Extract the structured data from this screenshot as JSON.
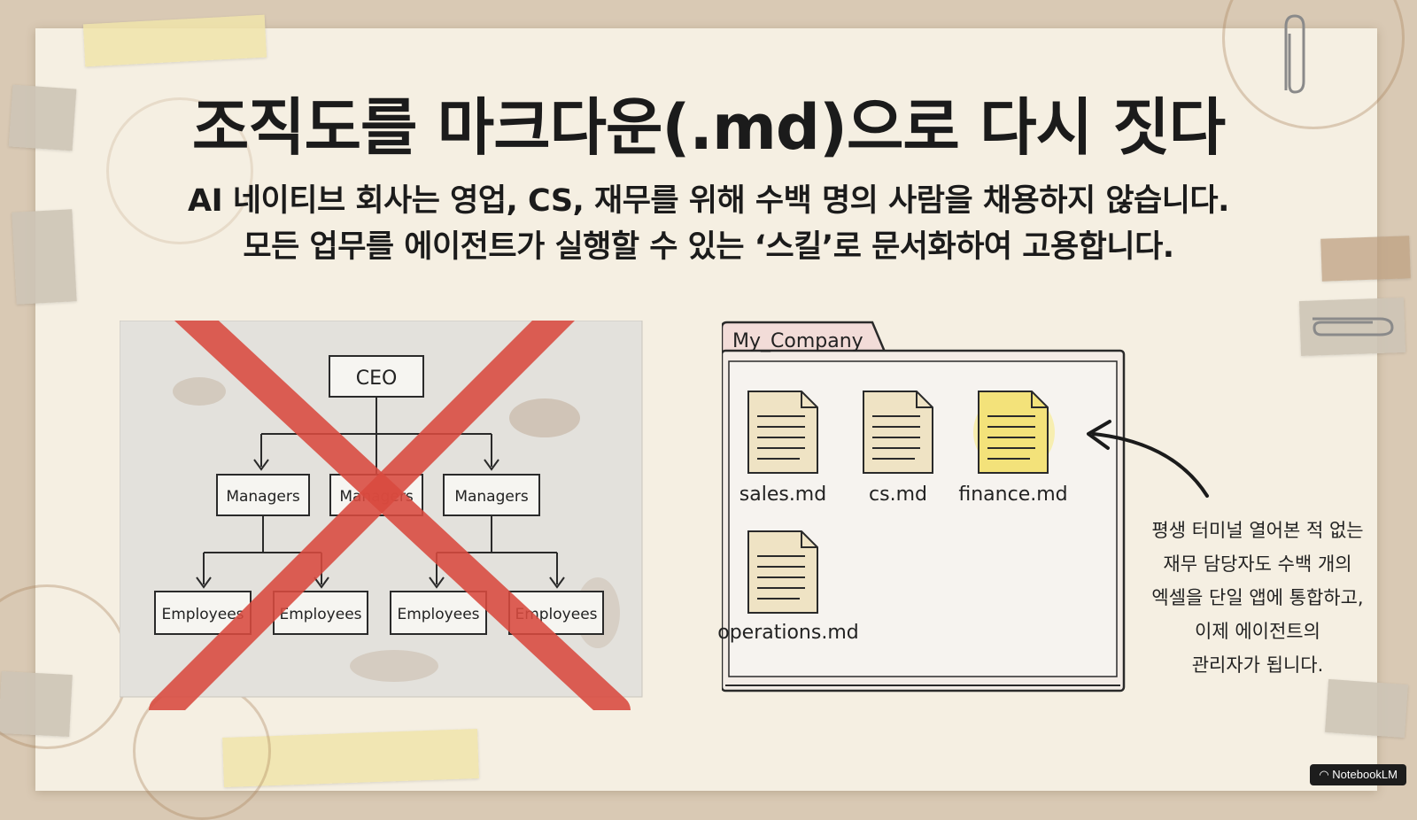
{
  "title": "조직도를 마크다운(.md)으로 다시 짓다",
  "subtitle_line1": "AI 네이티브 회사는 영업, CS, 재무를 위해 수백 명의 사람을 채용하지 않습니다.",
  "subtitle_line2": "모든 업무를 에이전트가 실행할 수 있는 ‘스킬’로 문서화하여 고용합니다.",
  "org_chart": {
    "ceo": "CEO",
    "managers": [
      "Managers",
      "Managers",
      "Managers"
    ],
    "employees": [
      "Employees",
      "Employees",
      "Employees",
      "Employees"
    ]
  },
  "folder": {
    "name": "My_Company",
    "files": [
      "sales.md",
      "cs.md",
      "finance.md",
      "operations.md"
    ]
  },
  "note_lines": [
    "평생 터미널 열어본 적 없는",
    "재무 담당자도 수백 개의",
    "엑셀을 단일 앱에 통합하고,",
    "이제 에이전트의",
    "관리자가 됩니다."
  ],
  "badge": "NotebookLM",
  "colors": {
    "cross": "#d94a3f",
    "file_body": "#efe3c4",
    "file_highlight": "#f3e27a",
    "folder_tab": "#f2dcd8"
  }
}
